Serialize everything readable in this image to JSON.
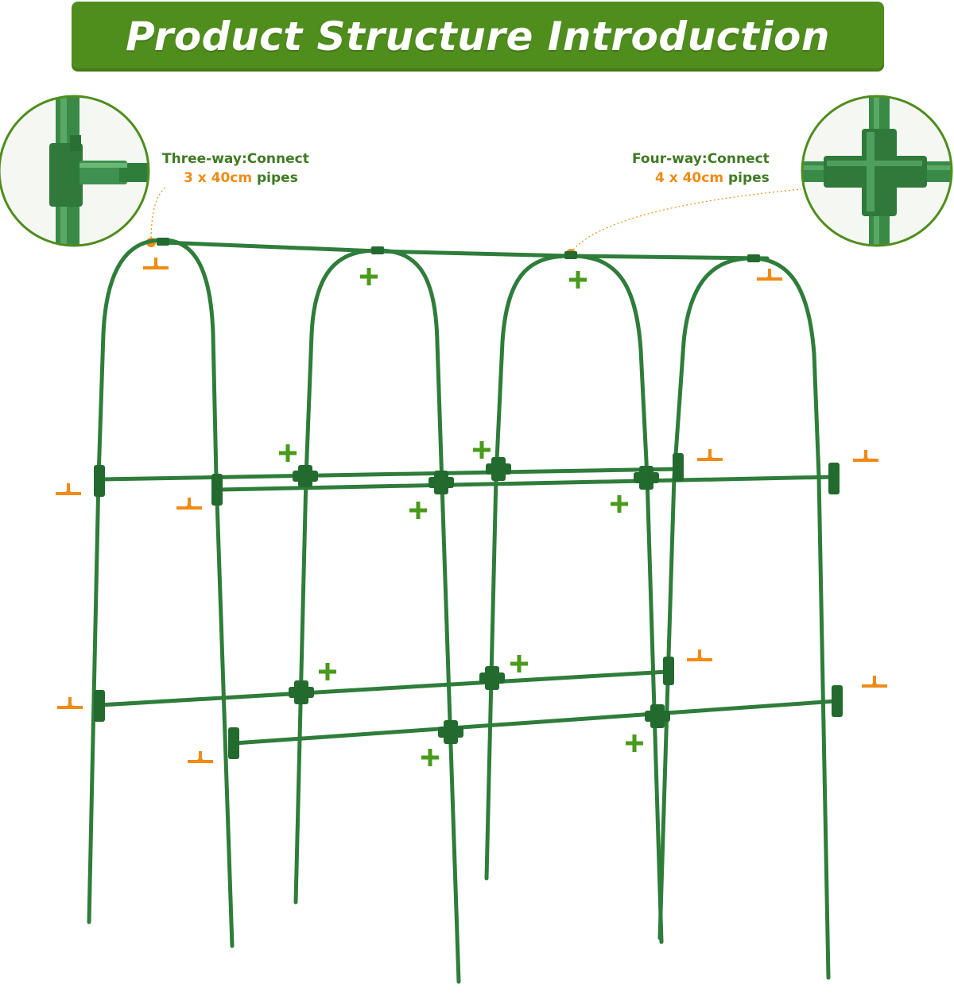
{
  "title": "Product Structure Introduction",
  "colors": {
    "banner": "#4f8d1d",
    "pipe": "#2e7d3a",
    "connector_dark": "#236a2f",
    "three_way_marker": "#ef8b16",
    "four_way_marker": "#4a9a1c",
    "callout_text": "#3f7a24",
    "highlight_text": "#ef8b16"
  },
  "callouts": {
    "three_way": {
      "name": "Three-way",
      "sep": ":",
      "verb": "Connect",
      "spec": "3 x 40cm",
      "unit_word": "pipes",
      "icon": "three-way-connector-icon"
    },
    "four_way": {
      "name": "Four-way",
      "sep": ":",
      "verb": "Connect",
      "spec": "4 x 40cm",
      "unit_word": "pipes",
      "icon": "four-way-connector-icon"
    }
  },
  "markers": {
    "three_way_icon": "orange-t-marker-icon",
    "four_way_icon": "green-cross-marker-icon"
  }
}
